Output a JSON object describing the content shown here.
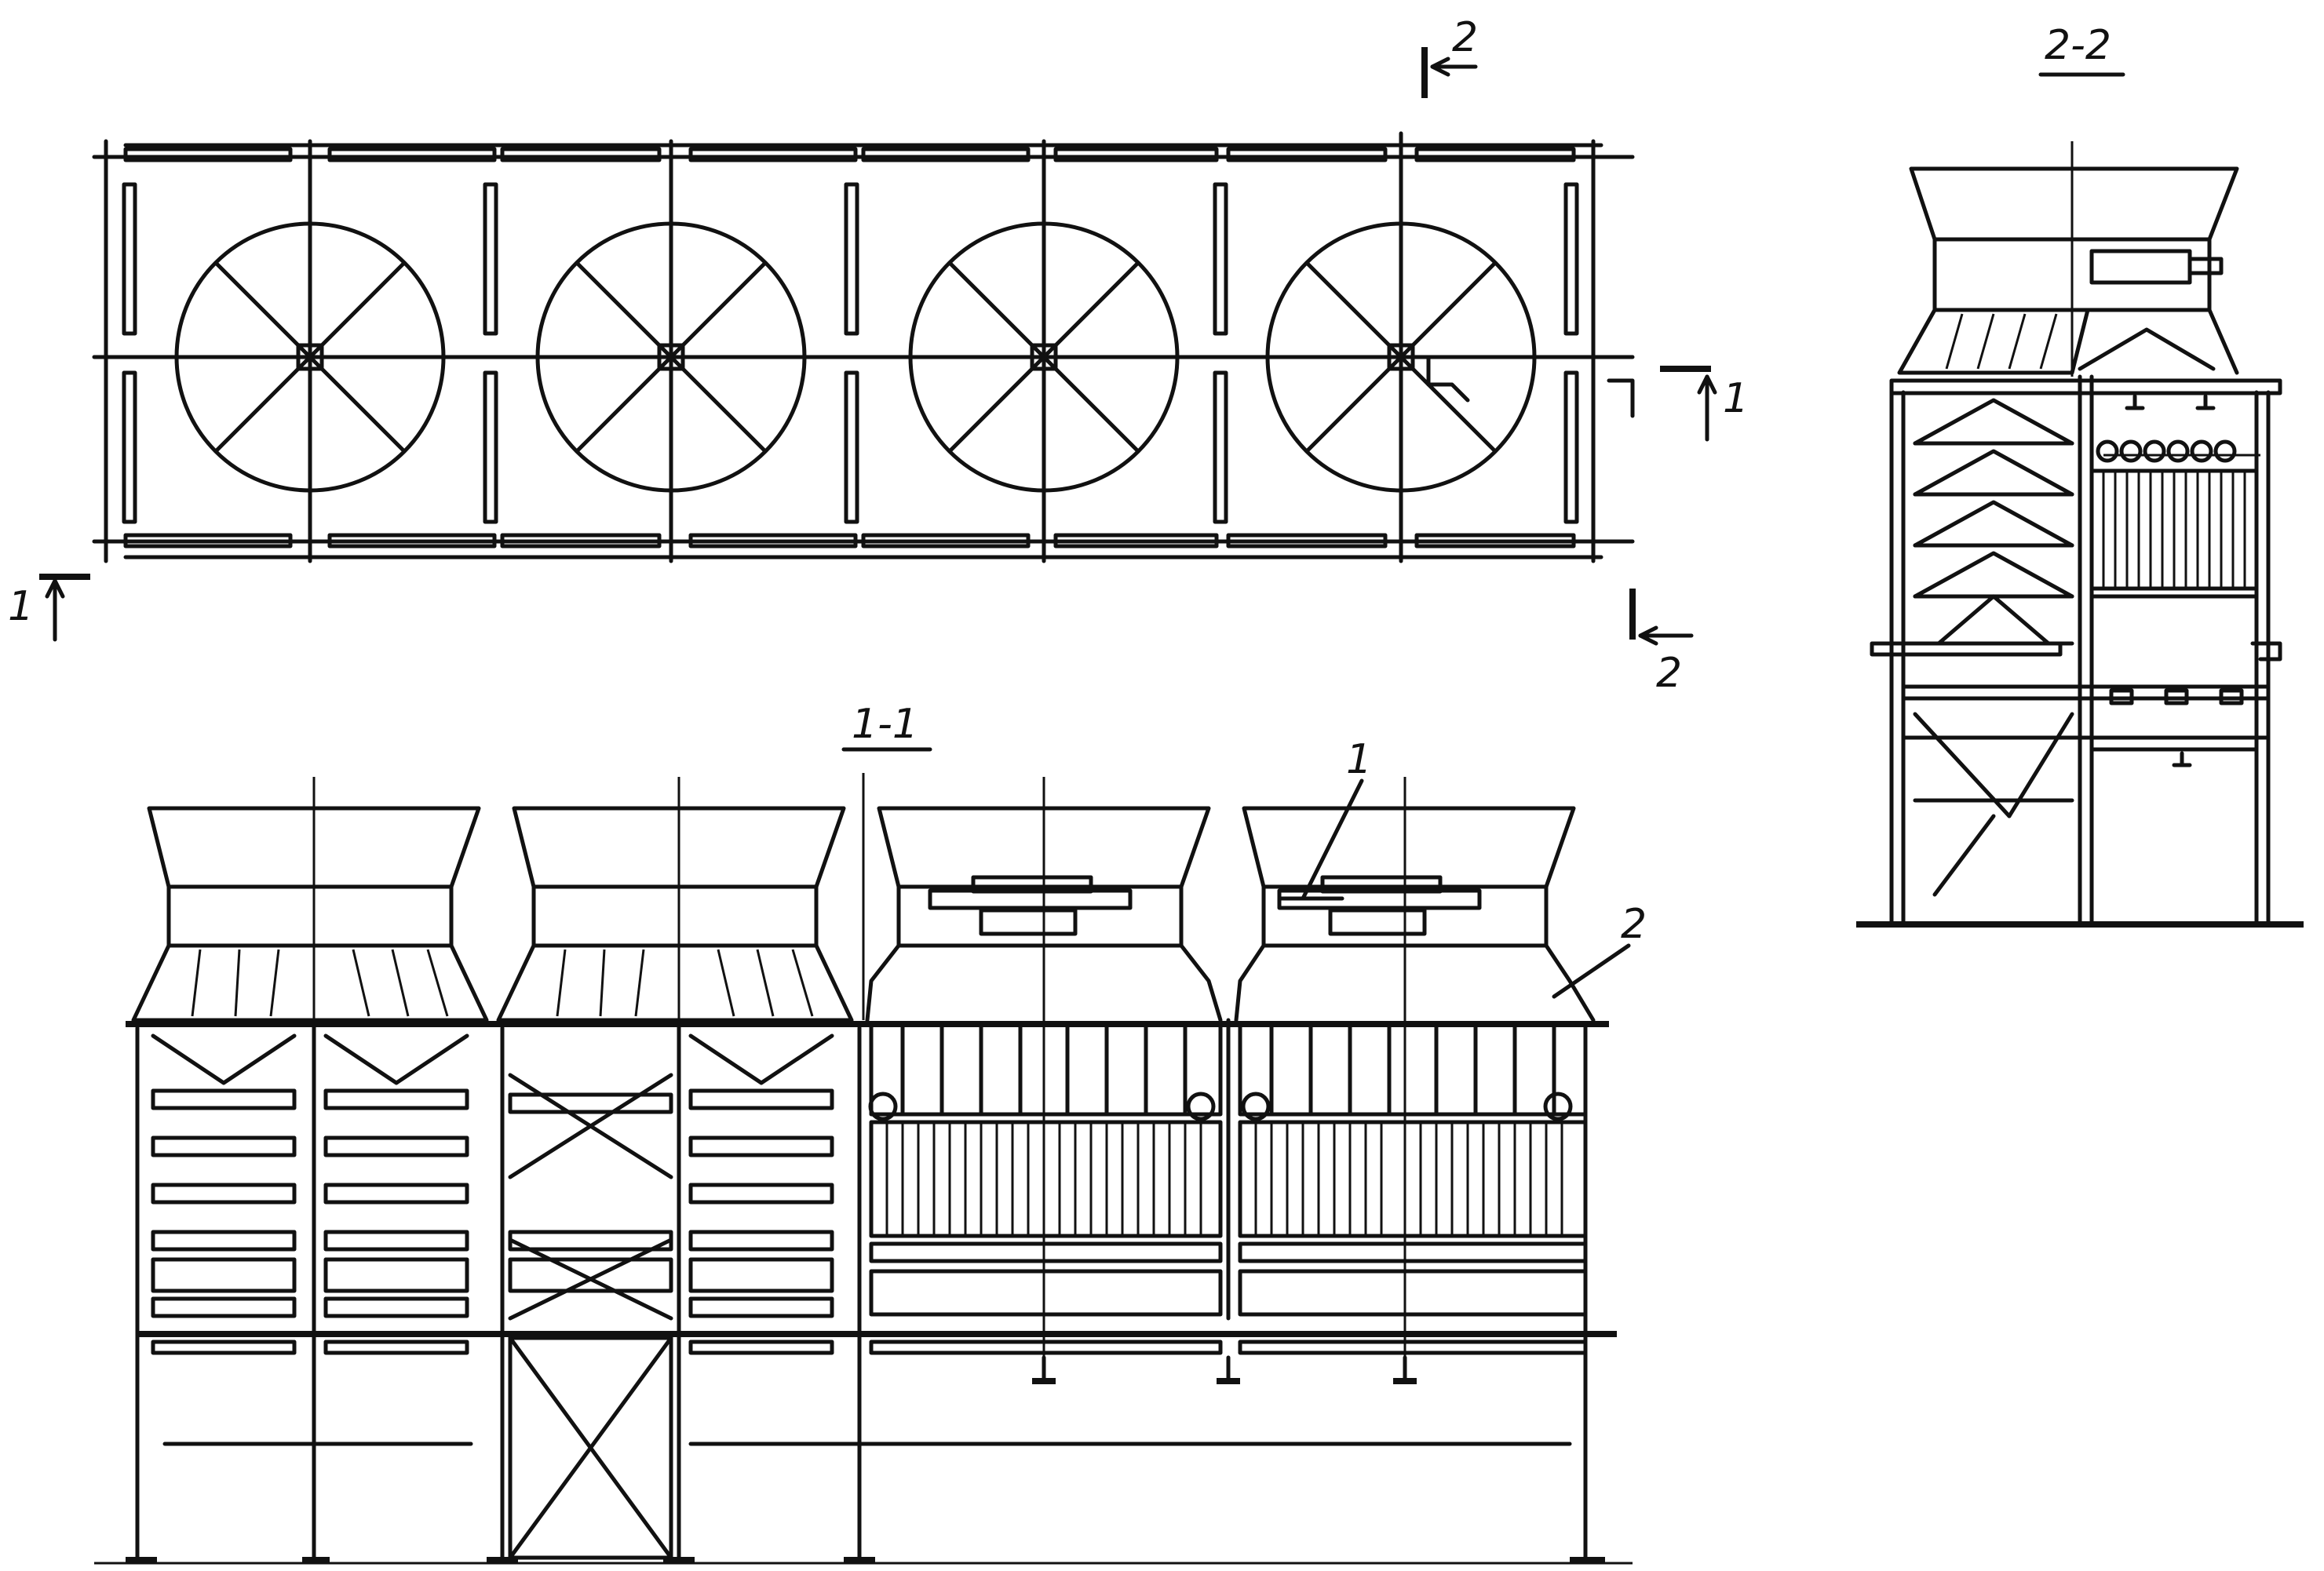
{
  "plan": {
    "section_mark_1_left": "1",
    "section_mark_1_right": "1",
    "section_mark_2_top": "2",
    "section_mark_2_bottom": "2"
  },
  "elevation_1_1": {
    "title": "1-1",
    "callout_1": "1",
    "callout_2": "2"
  },
  "elevation_2_2": {
    "title": "2-2"
  }
}
